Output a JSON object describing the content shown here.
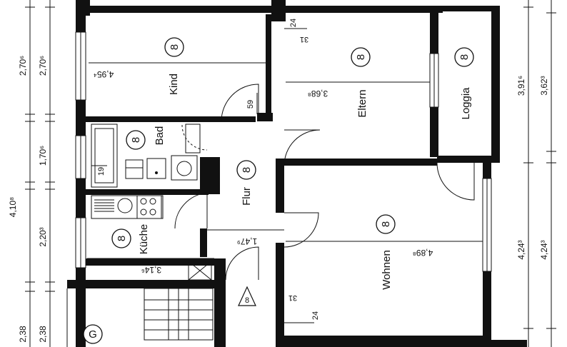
{
  "rooms": {
    "kind": {
      "name": "Kind",
      "number": "8"
    },
    "eltern": {
      "name": "Eltern",
      "number": "8"
    },
    "loggia": {
      "name": "Loggia",
      "number": "8"
    },
    "bad": {
      "name": "Bad",
      "number": "8"
    },
    "flur": {
      "name": "Flur",
      "number": "8"
    },
    "kueche": {
      "name": "Küche",
      "number": "8"
    },
    "wohnen": {
      "name": "Wohnen",
      "number": "8"
    },
    "stair": {
      "name": "",
      "number": "G"
    }
  },
  "inner_dimensions": {
    "kind_width": "4,95⁴",
    "eltern_width": "3,68⁸",
    "wohnen_width": "4,89⁸",
    "flur_width": "1,47⁹",
    "kueche_width": "3,14⁶",
    "opening_59": "59",
    "bad_19": "19",
    "wall_24_top": "24",
    "wall_31_top": "31",
    "wall_31_bottom": "31",
    "wall_24_bottom": "24"
  },
  "marker": {
    "symbol": "8"
  },
  "left_chain_outer": [
    "2,70⁶",
    "4,10⁸",
    "2,38"
  ],
  "left_chain_inner": [
    "2,70⁶",
    "1,70⁶",
    "2,20³",
    "2,38"
  ],
  "right_chain_inner": [
    "3,91⁶",
    "4,24³"
  ],
  "right_chain_outer": [
    "3,62³",
    "4,24³"
  ]
}
